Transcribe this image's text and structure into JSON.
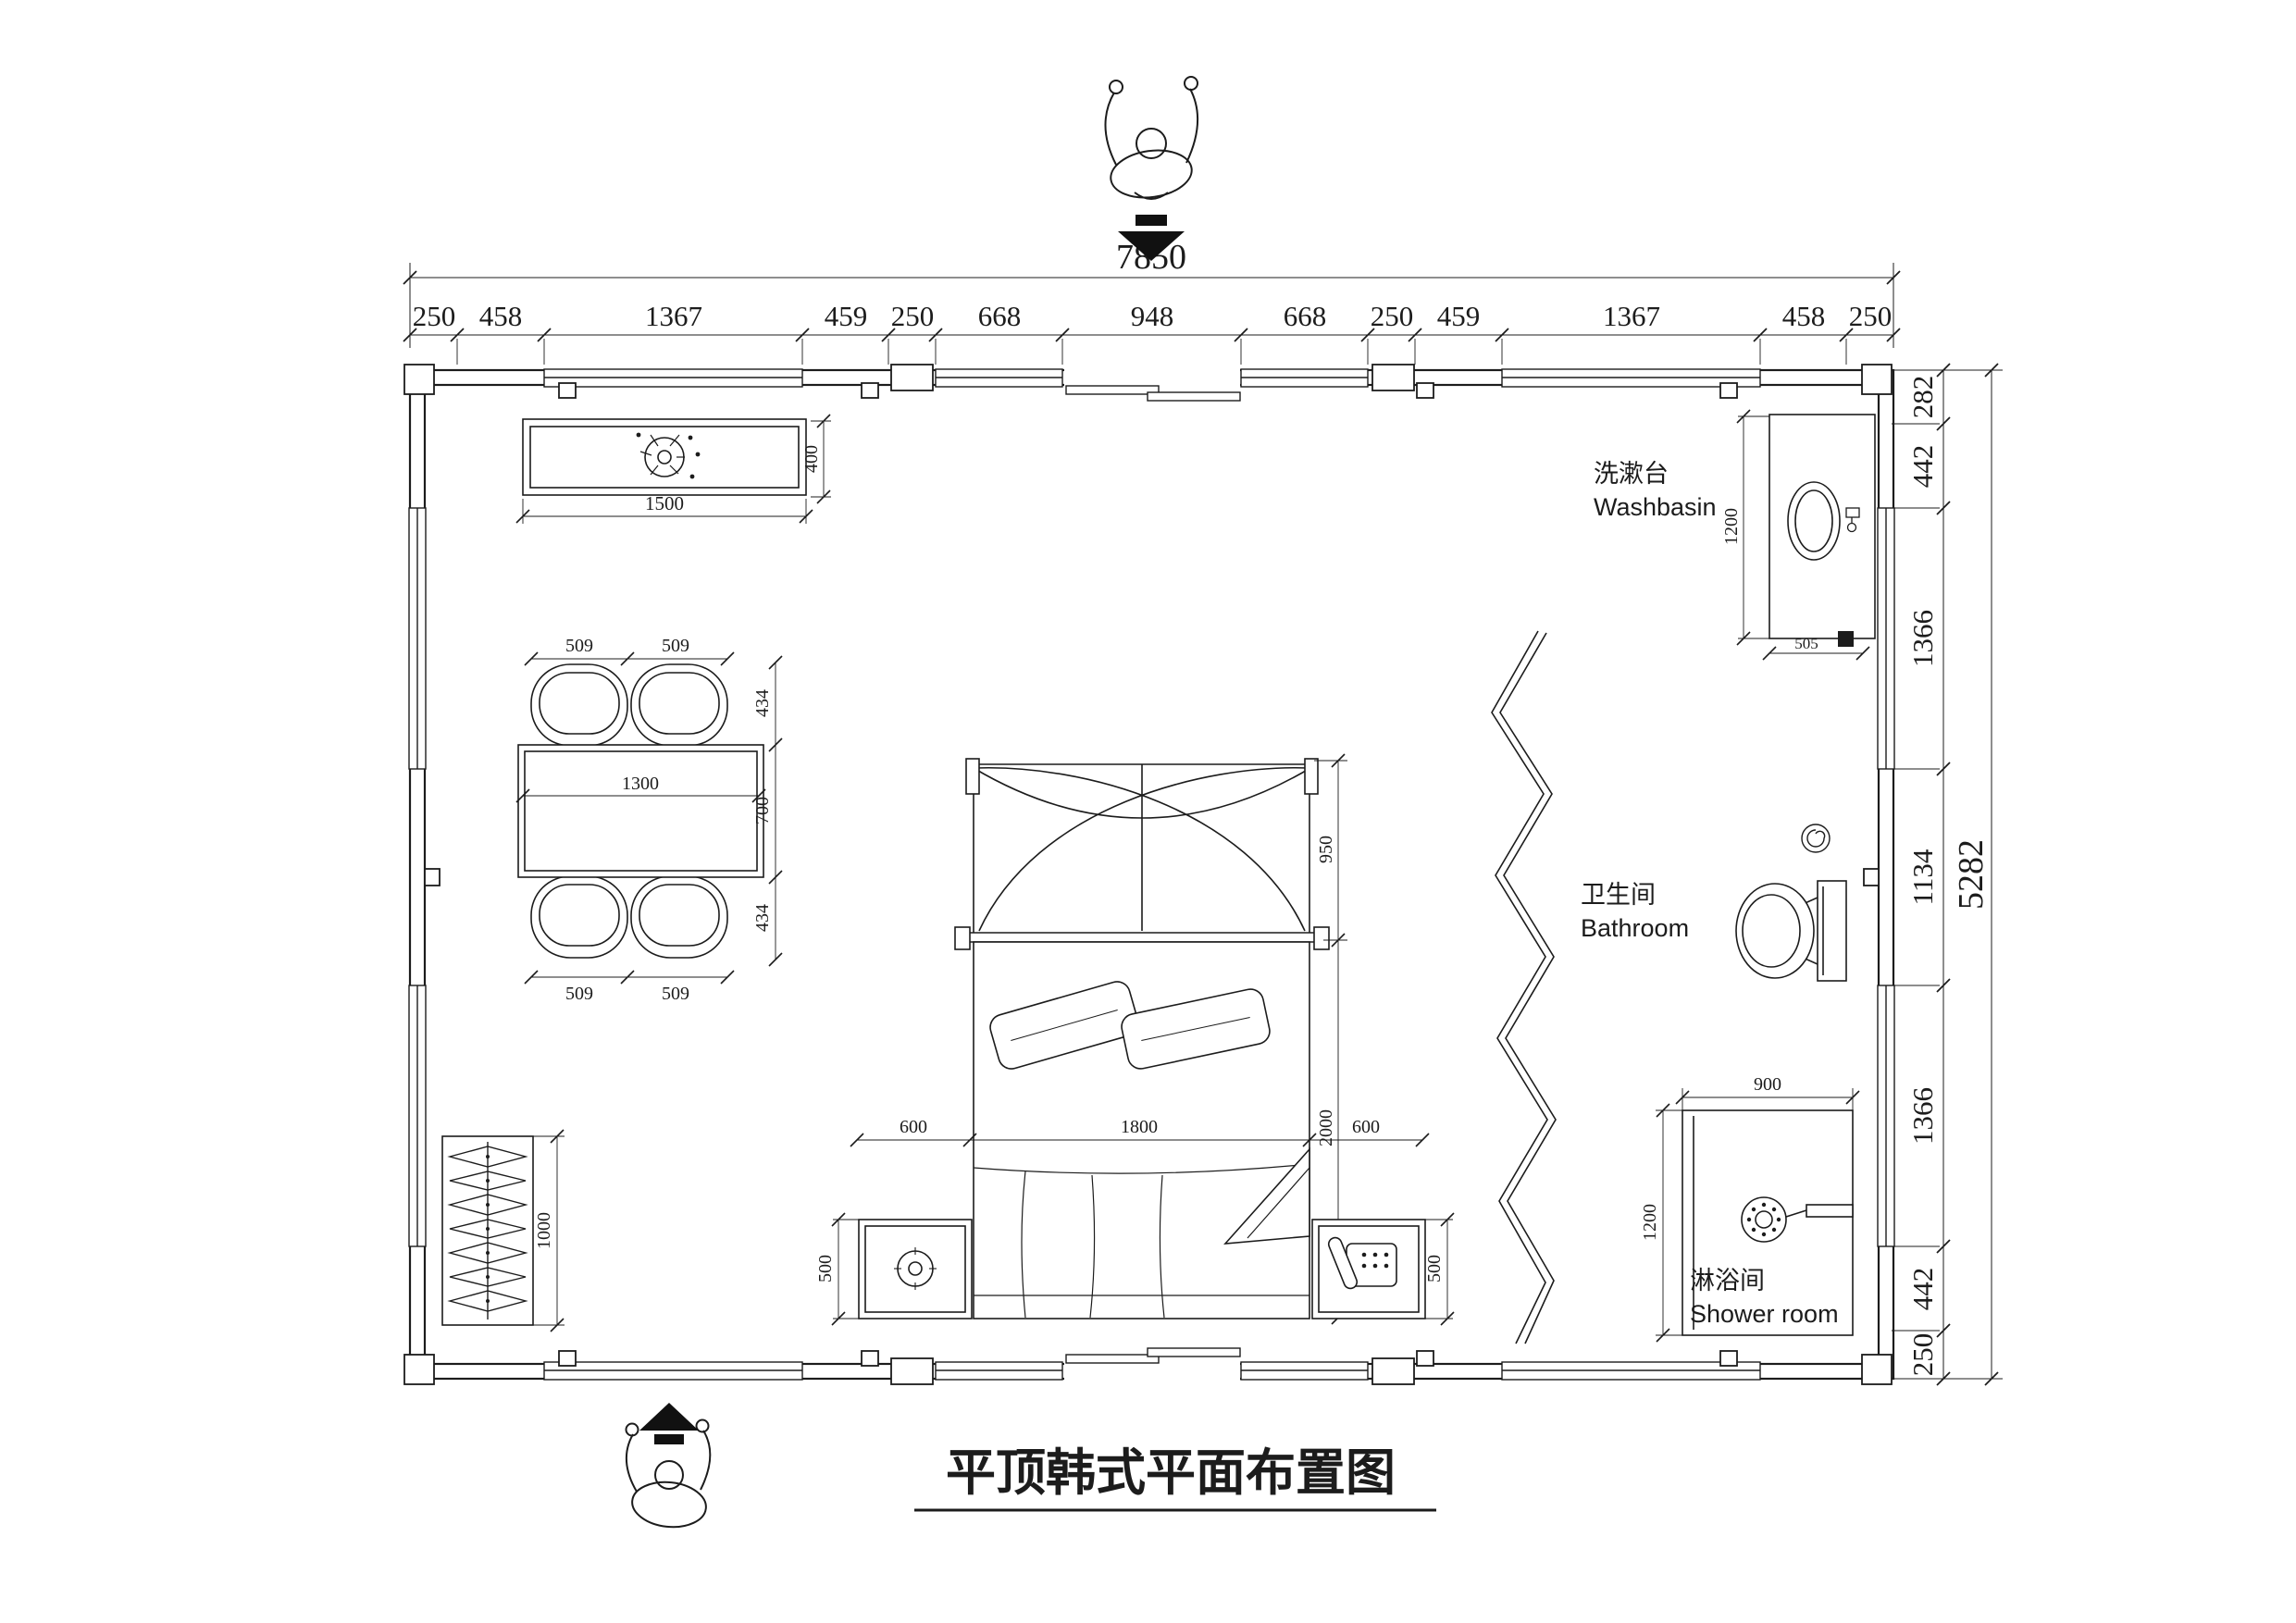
{
  "title": "平顶韩式平面布置图",
  "rooms": {
    "washbasin_zh": "洗漱台",
    "washbasin_en": "Washbasin",
    "bathroom_zh": "卫生间",
    "bathroom_en": "Bathroom",
    "shower_zh": "淋浴间",
    "shower_en": "Shower room"
  },
  "dims": {
    "top_total": "7850",
    "top_segments": [
      "250",
      "458",
      "1367",
      "459",
      "250",
      "668",
      "948",
      "668",
      "250",
      "459",
      "1367",
      "458",
      "250"
    ],
    "right_segments": [
      "282",
      "442",
      "1366",
      "1134",
      "1366",
      "442",
      "250"
    ],
    "right_total": "5282",
    "tv_width": "1500",
    "tv_depth": "400",
    "basin_length": "1200",
    "basin_width": "505",
    "table_top": [
      "509",
      "509"
    ],
    "table_bottom": [
      "509",
      "509"
    ],
    "table_side": [
      "434",
      "700",
      "434"
    ],
    "table_width": "1300",
    "bed_row": [
      "600",
      "1800",
      "600"
    ],
    "bed_head": "950",
    "bed_length": "2000",
    "nightstand_left": "500",
    "nightstand_right": "500",
    "wardrobe_height": "1000",
    "shower_width": "900",
    "shower_depth": "1200"
  }
}
